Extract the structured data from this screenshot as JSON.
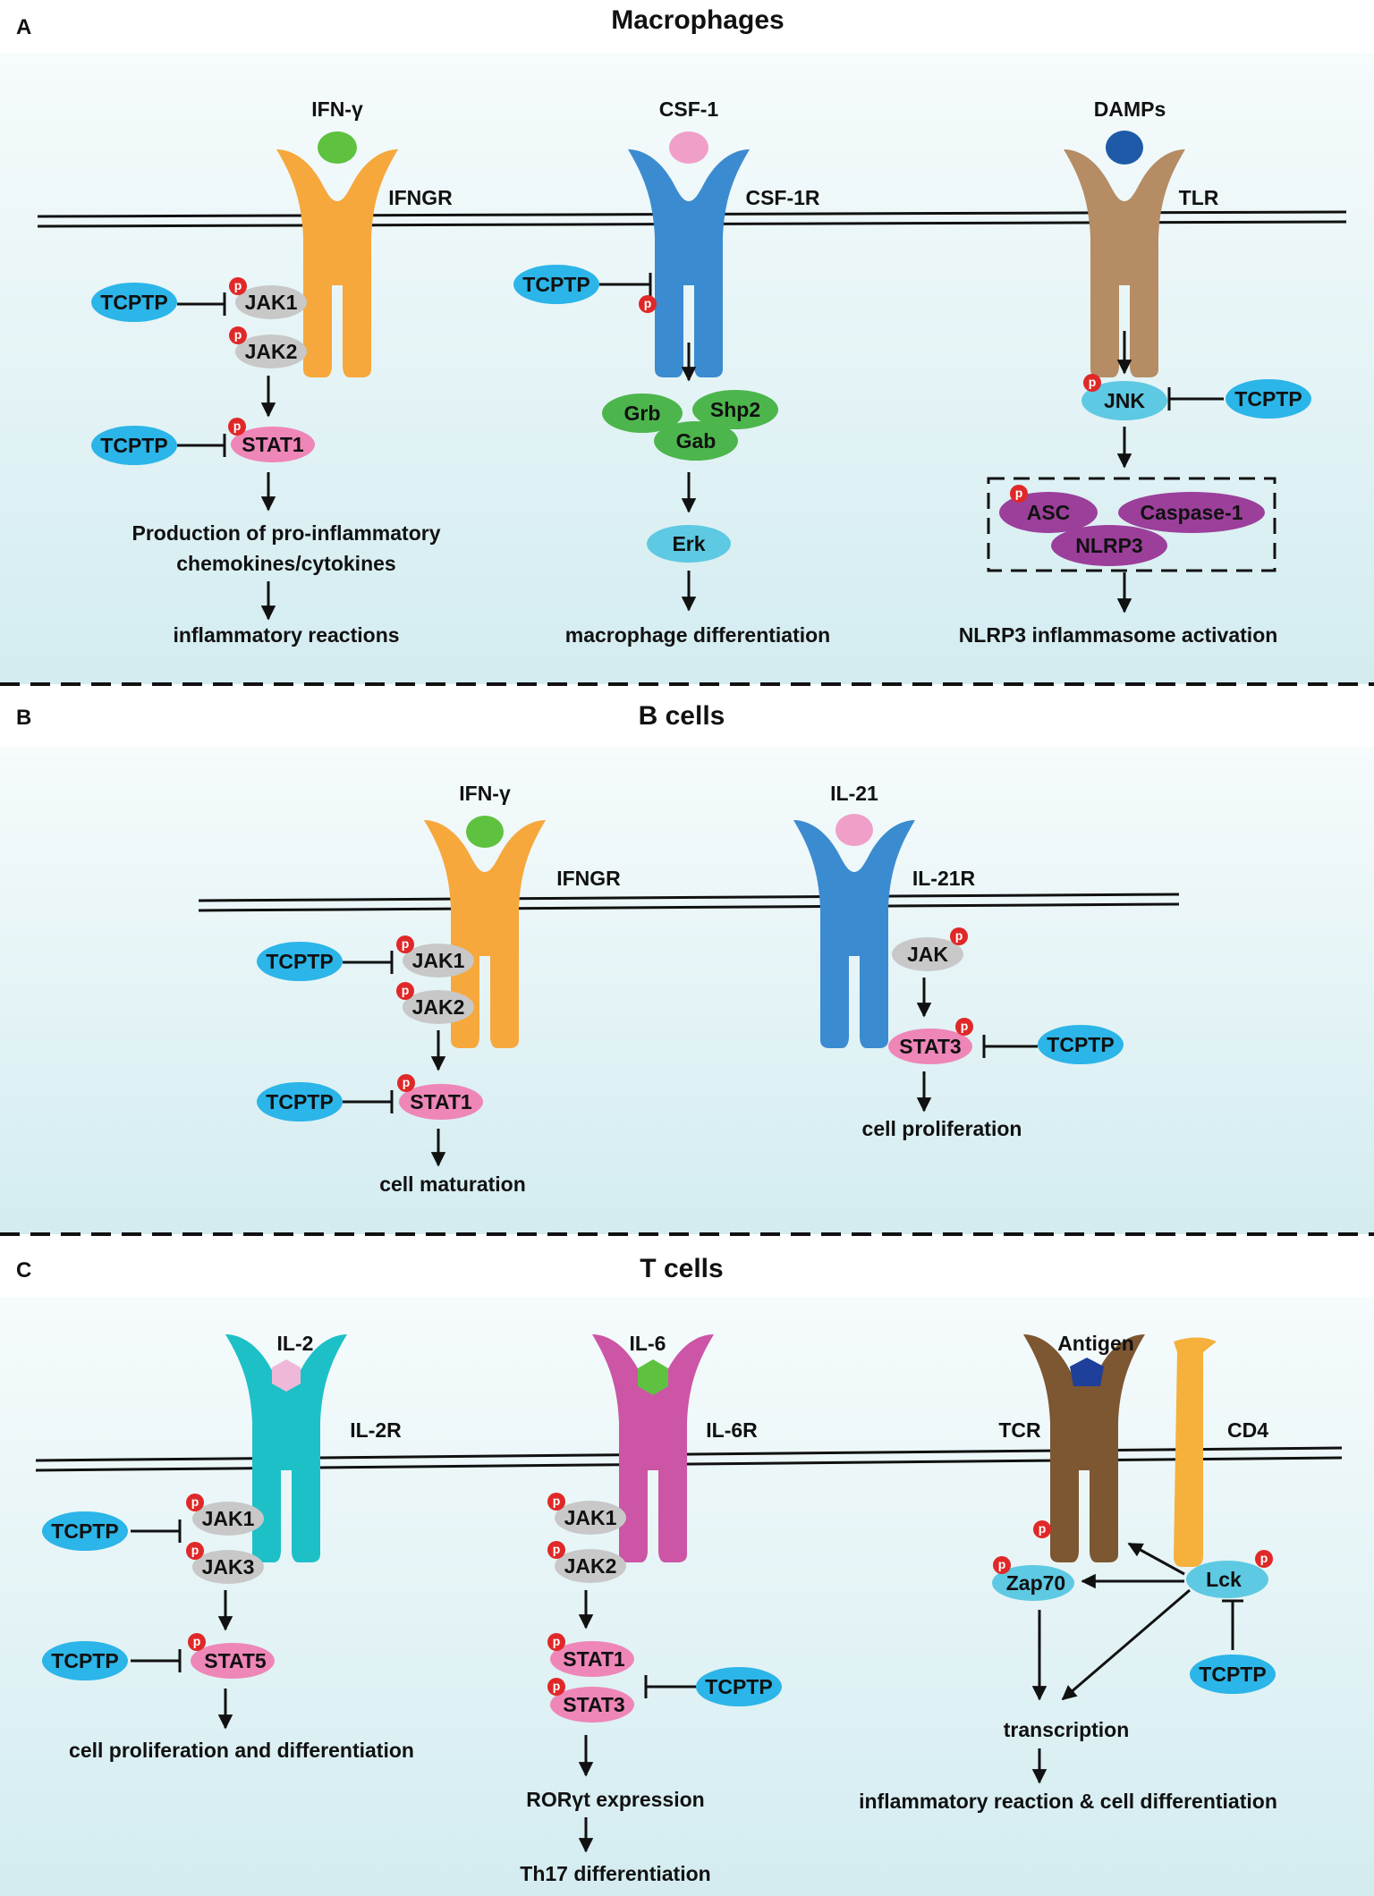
{
  "colors": {
    "tcptp": "#2bb5e8",
    "jak": "#c8c8c8",
    "stat": "#ee86b8",
    "erk": "#5ec9e2",
    "grb": "#4cb64c",
    "nlrp": "#9b3f9b",
    "phos": "#e02828",
    "ifngr": "#f6a83c",
    "csf1r": "#3b8bd0",
    "tlr": "#b58c64",
    "il2r": "#1ec0c8",
    "il6r": "#cc55a5",
    "tcr": "#7d5632",
    "cd4": "#f6b03c",
    "ligand_green": "#5ec240",
    "ligand_pink": "#f0a0c8",
    "ligand_blue": "#1e5aa8"
  },
  "panel_a": {
    "letter": "A",
    "title": "Macrophages",
    "ifngr": {
      "ligand": "IFN-γ",
      "receptor": "IFNGR",
      "inhibitor1": "TCPTP",
      "jak1": "JAK1",
      "jak2": "JAK2",
      "inhibitor2": "TCPTP",
      "stat1": "STAT1",
      "outcome_line1": "Production of pro-inflammatory",
      "outcome_line2": "chemokines/cytokines",
      "outcome2": "inflammatory reactions"
    },
    "csf1r": {
      "ligand": "CSF-1",
      "receptor": "CSF-1R",
      "inhibitor": "TCPTP",
      "grb": "Grb",
      "shp2": "Shp2",
      "gab": "Gab",
      "erk": "Erk",
      "outcome": "macrophage differentiation"
    },
    "tlr": {
      "ligand": "DAMPs",
      "receptor": "TLR",
      "jnk": "JNK",
      "inhibitor": "TCPTP",
      "asc": "ASC",
      "caspase": "Caspase-1",
      "nlrp3": "NLRP3",
      "outcome": "NLRP3 inflammasome activation"
    }
  },
  "panel_b": {
    "letter": "B",
    "title": "B cells",
    "ifngr": {
      "ligand": "IFN-γ",
      "receptor": "IFNGR",
      "inhibitor1": "TCPTP",
      "jak1": "JAK1",
      "jak2": "JAK2",
      "inhibitor2": "TCPTP",
      "stat1": "STAT1",
      "outcome": "cell maturation"
    },
    "il21r": {
      "ligand": "IL-21",
      "receptor": "IL-21R",
      "jak": "JAK",
      "stat3": "STAT3",
      "inhibitor": "TCPTP",
      "outcome": "cell proliferation"
    }
  },
  "panel_c": {
    "letter": "C",
    "title": "T cells",
    "il2r": {
      "ligand": "IL-2",
      "receptor": "IL-2R",
      "inhibitor1": "TCPTP",
      "jak1": "JAK1",
      "jak3": "JAK3",
      "inhibitor2": "TCPTP",
      "stat5": "STAT5",
      "outcome": "cell proliferation and differentiation"
    },
    "il6r": {
      "ligand": "IL-6",
      "receptor": "IL-6R",
      "jak1": "JAK1",
      "jak2": "JAK2",
      "stat1": "STAT1",
      "stat3": "STAT3",
      "inhibitor": "TCPTP",
      "outcome1": "RORγt expression",
      "outcome2": "Th17 differentiation"
    },
    "tcr": {
      "ligand": "Antigen",
      "receptor": "TCR",
      "coreceptor": "CD4",
      "zap70": "Zap70",
      "lck": "Lck",
      "inhibitor": "TCPTP",
      "outcome1": "transcription",
      "outcome2": "inflammatory reaction & cell differentiation"
    }
  },
  "phospho_label": "p"
}
